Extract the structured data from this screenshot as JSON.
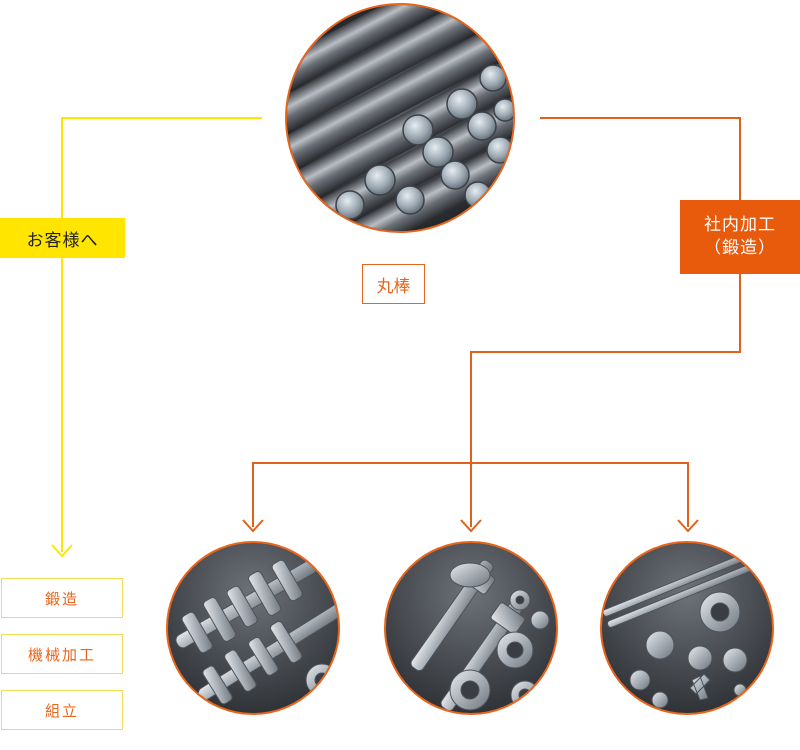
{
  "labels": {
    "customer": "お客様へ",
    "inhouse_line1": "社内加工",
    "inhouse_line2": "（鍛造）",
    "round_bar": "丸棒"
  },
  "customer_steps": [
    "鍛造",
    "機械加工",
    "組立"
  ],
  "colors": {
    "yellow": "#ffe500",
    "orange": "#e85a0c",
    "step_border": "#f2dc55",
    "step_text": "#e8651b"
  },
  "images": [
    {
      "name": "round-bar-photo",
      "depicts": "steel round bars stacked"
    },
    {
      "name": "crankshaft-photo",
      "depicts": "forged crankshafts"
    },
    {
      "name": "shaft-parts-photo",
      "depicts": "forged shafts and rings"
    },
    {
      "name": "misc-parts-photo",
      "depicts": "forged rods and small parts"
    }
  ]
}
